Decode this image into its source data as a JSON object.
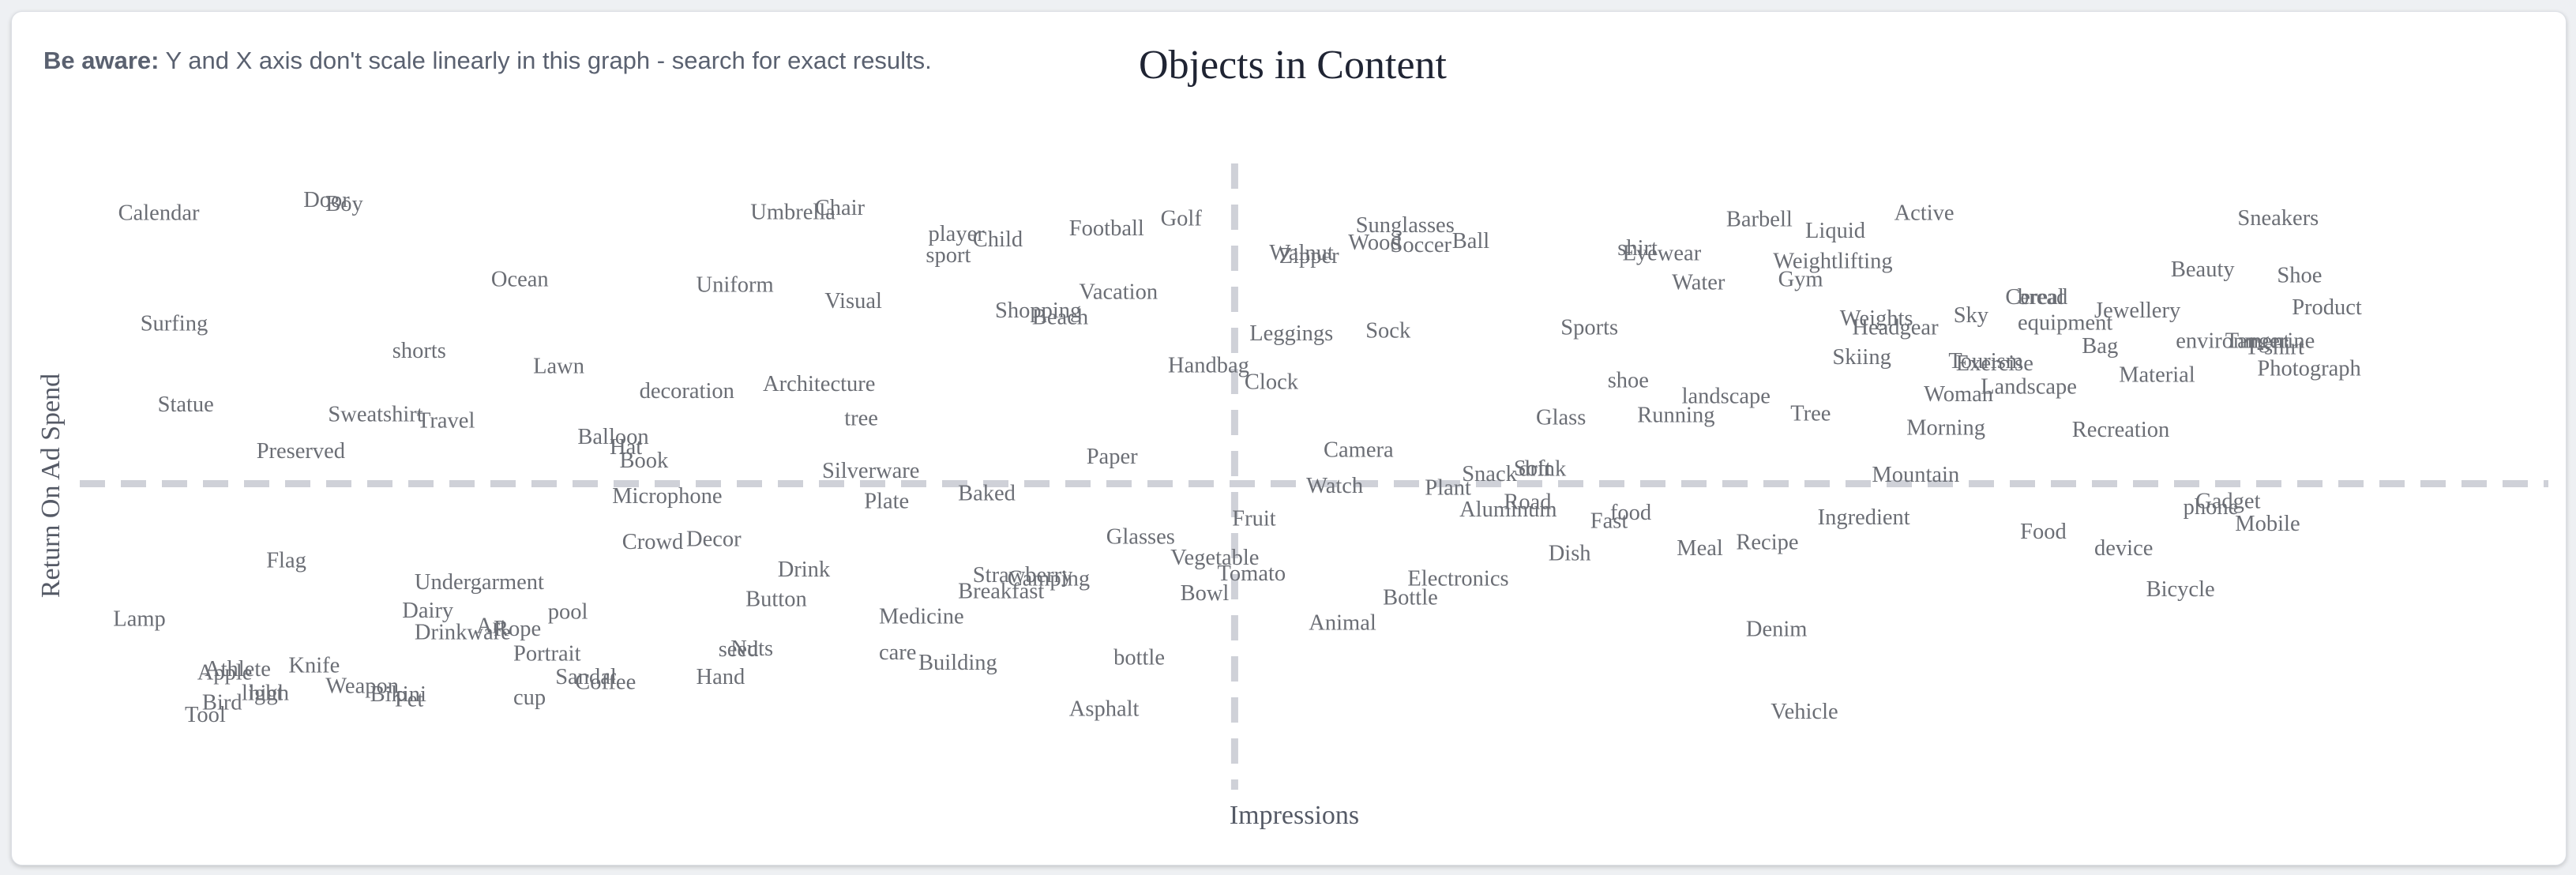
{
  "notice": {
    "bold": "Be aware:",
    "text": " Y and X axis don't scale linearly in this graph - search for exact results."
  },
  "chart_data": {
    "type": "scatter",
    "title": "Objects in Content",
    "xlabel": "Impressions",
    "ylabel": "Return On Ad Spend",
    "x_scale": "non-linear (rank)",
    "y_scale": "non-linear (rank)",
    "xlim": [
      0,
      100
    ],
    "ylim": [
      0,
      100
    ],
    "grid": false,
    "legend": "none",
    "divider_x": 47.2,
    "divider_y": 50.0,
    "colors": {
      "label": "#6b6e75",
      "divider": "#cfd1d8",
      "title": "#1f2433"
    },
    "points": [
      {
        "label": "Calendar",
        "x": 2.0,
        "y": 91.0
      },
      {
        "label": "Door",
        "x": 9.5,
        "y": 93.0
      },
      {
        "label": "Boy",
        "x": 10.4,
        "y": 92.4
      },
      {
        "label": "Umbrella",
        "x": 27.6,
        "y": 91.1
      },
      {
        "label": "Chair",
        "x": 30.2,
        "y": 91.8
      },
      {
        "label": "player",
        "x": 34.8,
        "y": 87.7
      },
      {
        "label": "Child",
        "x": 36.6,
        "y": 86.9
      },
      {
        "label": "sport",
        "x": 34.7,
        "y": 84.4
      },
      {
        "label": "Football",
        "x": 40.5,
        "y": 88.6
      },
      {
        "label": "Golf",
        "x": 44.2,
        "y": 90.1
      },
      {
        "label": "Surfing",
        "x": 2.9,
        "y": 73.8
      },
      {
        "label": "Ocean",
        "x": 17.1,
        "y": 80.7
      },
      {
        "label": "Uniform",
        "x": 25.4,
        "y": 79.8
      },
      {
        "label": "Visual",
        "x": 30.6,
        "y": 77.3
      },
      {
        "label": "Shopping",
        "x": 37.5,
        "y": 75.8
      },
      {
        "label": "Beach",
        "x": 39.0,
        "y": 74.8
      },
      {
        "label": "Vacation",
        "x": 40.9,
        "y": 78.7
      },
      {
        "label": "shorts",
        "x": 13.1,
        "y": 69.6
      },
      {
        "label": "Lawn",
        "x": 18.8,
        "y": 67.2
      },
      {
        "label": "Architecture",
        "x": 28.1,
        "y": 64.4
      },
      {
        "label": "decoration",
        "x": 23.1,
        "y": 63.3
      },
      {
        "label": "Handbag",
        "x": 44.5,
        "y": 67.3
      },
      {
        "label": "Statue",
        "x": 3.6,
        "y": 61.2
      },
      {
        "label": "Sweatshirt",
        "x": 10.5,
        "y": 59.7
      },
      {
        "label": "Travel",
        "x": 14.1,
        "y": 58.7
      },
      {
        "label": "tree",
        "x": 31.4,
        "y": 59.1
      },
      {
        "label": "Balloon",
        "x": 20.6,
        "y": 56.2
      },
      {
        "label": "Hat",
        "x": 21.9,
        "y": 54.6
      },
      {
        "label": "Preserved",
        "x": 7.6,
        "y": 54.0
      },
      {
        "label": "Book",
        "x": 22.3,
        "y": 52.5
      },
      {
        "label": "Paper",
        "x": 41.2,
        "y": 53.1
      },
      {
        "label": "Silverware",
        "x": 30.5,
        "y": 50.9
      },
      {
        "label": "Microphone",
        "x": 22.0,
        "y": 47.0
      },
      {
        "label": "Baked",
        "x": 36.0,
        "y": 47.4
      },
      {
        "label": "Plate",
        "x": 32.2,
        "y": 46.2
      },
      {
        "label": "Crowd",
        "x": 22.4,
        "y": 39.9
      },
      {
        "label": "Decor",
        "x": 25.0,
        "y": 40.3
      },
      {
        "label": "Glasses",
        "x": 42.0,
        "y": 40.7
      },
      {
        "label": "Flag",
        "x": 8.0,
        "y": 37.0
      },
      {
        "label": "Drink",
        "x": 28.7,
        "y": 35.6
      },
      {
        "label": "Strawberry",
        "x": 36.6,
        "y": 34.7
      },
      {
        "label": "Camping",
        "x": 38.0,
        "y": 34.2
      },
      {
        "label": "Undergarment",
        "x": 14.0,
        "y": 33.6
      },
      {
        "label": "Breakfast",
        "x": 36.0,
        "y": 32.2
      },
      {
        "label": "Button",
        "x": 27.4,
        "y": 31.0
      },
      {
        "label": "Dairy",
        "x": 13.5,
        "y": 29.2
      },
      {
        "label": "pool",
        "x": 19.4,
        "y": 29.0
      },
      {
        "label": "Medicine",
        "x": 32.8,
        "y": 28.3
      },
      {
        "label": "Art",
        "x": 16.5,
        "y": 26.8
      },
      {
        "label": "Rope",
        "x": 17.2,
        "y": 26.4
      },
      {
        "label": "Drinkware",
        "x": 14.0,
        "y": 25.8
      },
      {
        "label": "Lamp",
        "x": 1.8,
        "y": 27.9
      },
      {
        "label": "Portrait",
        "x": 18.0,
        "y": 22.5
      },
      {
        "label": "seed",
        "x": 26.3,
        "y": 23.2
      },
      {
        "label": "Nuts",
        "x": 26.8,
        "y": 23.3
      },
      {
        "label": "care",
        "x": 32.8,
        "y": 22.7
      },
      {
        "label": "Building",
        "x": 34.4,
        "y": 21.1
      },
      {
        "label": "bottle",
        "x": 42.3,
        "y": 21.9
      },
      {
        "label": "Athlete",
        "x": 5.5,
        "y": 20.1
      },
      {
        "label": "Apple",
        "x": 5.2,
        "y": 19.6
      },
      {
        "label": "Knife",
        "x": 8.9,
        "y": 20.7
      },
      {
        "label": "Sandal",
        "x": 19.7,
        "y": 18.9
      },
      {
        "label": "Coffee",
        "x": 20.5,
        "y": 18.1
      },
      {
        "label": "Hand",
        "x": 25.4,
        "y": 18.9
      },
      {
        "label": "Weapon",
        "x": 10.4,
        "y": 17.5
      },
      {
        "label": "light",
        "x": 7.0,
        "y": 16.4
      },
      {
        "label": "high",
        "x": 7.3,
        "y": 16.4
      },
      {
        "label": "Bikini",
        "x": 12.2,
        "y": 16.2
      },
      {
        "label": "Pet",
        "x": 13.2,
        "y": 15.4
      },
      {
        "label": "cup",
        "x": 18.0,
        "y": 15.7
      },
      {
        "label": "Bird",
        "x": 5.4,
        "y": 14.9
      },
      {
        "label": "Tool",
        "x": 4.7,
        "y": 13.0
      },
      {
        "label": "Asphalt",
        "x": 40.5,
        "y": 13.9
      },
      {
        "label": "Walnut",
        "x": 48.6,
        "y": 84.8
      },
      {
        "label": "Zipper",
        "x": 49.0,
        "y": 84.3
      },
      {
        "label": "Wood",
        "x": 51.8,
        "y": 86.4
      },
      {
        "label": "Sunglasses",
        "x": 52.1,
        "y": 89.1
      },
      {
        "label": "Soccer",
        "x": 53.5,
        "y": 86.0
      },
      {
        "label": "Ball",
        "x": 56.0,
        "y": 86.6
      },
      {
        "label": "shirt",
        "x": 62.7,
        "y": 85.5
      },
      {
        "label": "Eyewear",
        "x": 62.9,
        "y": 84.7
      },
      {
        "label": "Barbell",
        "x": 67.1,
        "y": 90.0
      },
      {
        "label": "Liquid",
        "x": 70.3,
        "y": 88.2
      },
      {
        "label": "Active",
        "x": 73.9,
        "y": 91.0
      },
      {
        "label": "Sneakers",
        "x": 87.8,
        "y": 90.2
      },
      {
        "label": "Weightlifting",
        "x": 69.0,
        "y": 83.5
      },
      {
        "label": "Gym",
        "x": 69.2,
        "y": 80.7
      },
      {
        "label": "Water",
        "x": 64.9,
        "y": 80.2
      },
      {
        "label": "Beauty",
        "x": 85.1,
        "y": 82.2
      },
      {
        "label": "Shoe",
        "x": 89.4,
        "y": 81.3
      },
      {
        "label": "Cereal",
        "x": 78.4,
        "y": 77.9
      },
      {
        "label": "bread",
        "x": 78.9,
        "y": 77.9
      },
      {
        "label": "Product",
        "x": 90.0,
        "y": 76.3
      },
      {
        "label": "Jewellery",
        "x": 82.0,
        "y": 75.8
      },
      {
        "label": "Weights",
        "x": 71.7,
        "y": 74.6
      },
      {
        "label": "Sky",
        "x": 76.3,
        "y": 75.1
      },
      {
        "label": "Headgear",
        "x": 72.2,
        "y": 73.2
      },
      {
        "label": "equipment",
        "x": 78.9,
        "y": 73.9
      },
      {
        "label": "Leggings",
        "x": 47.8,
        "y": 72.3
      },
      {
        "label": "Sock",
        "x": 52.5,
        "y": 72.7
      },
      {
        "label": "Sports",
        "x": 60.4,
        "y": 73.2
      },
      {
        "label": "Bag",
        "x": 81.5,
        "y": 70.3
      },
      {
        "label": "environment",
        "x": 85.3,
        "y": 71.1
      },
      {
        "label": "Tangerine",
        "x": 87.3,
        "y": 71.1
      },
      {
        "label": "T-shirt",
        "x": 88.1,
        "y": 70.1
      },
      {
        "label": "Skiing",
        "x": 71.4,
        "y": 68.6
      },
      {
        "label": "Tourism",
        "x": 76.1,
        "y": 68.0
      },
      {
        "label": "Exercise",
        "x": 76.4,
        "y": 67.6
      },
      {
        "label": "Photograph",
        "x": 88.6,
        "y": 66.8
      },
      {
        "label": "Material",
        "x": 83.0,
        "y": 65.8
      },
      {
        "label": "Clock",
        "x": 47.6,
        "y": 64.7
      },
      {
        "label": "shoe",
        "x": 62.3,
        "y": 65.0
      },
      {
        "label": "Landscape",
        "x": 77.4,
        "y": 64.0
      },
      {
        "label": "landscape",
        "x": 65.3,
        "y": 62.5
      },
      {
        "label": "Woman",
        "x": 75.1,
        "y": 62.8
      },
      {
        "label": "Tree",
        "x": 69.7,
        "y": 59.8
      },
      {
        "label": "Running",
        "x": 63.5,
        "y": 59.6
      },
      {
        "label": "Glass",
        "x": 59.4,
        "y": 59.2
      },
      {
        "label": "Morning",
        "x": 74.4,
        "y": 57.6
      },
      {
        "label": "Recreation",
        "x": 81.1,
        "y": 57.3
      },
      {
        "label": "Camera",
        "x": 50.8,
        "y": 54.2
      },
      {
        "label": "Soft",
        "x": 58.5,
        "y": 51.3
      },
      {
        "label": "drink",
        "x": 58.7,
        "y": 51.2
      },
      {
        "label": "Snack",
        "x": 56.4,
        "y": 50.4
      },
      {
        "label": "Mountain",
        "x": 73.0,
        "y": 50.3
      },
      {
        "label": "Watch",
        "x": 50.1,
        "y": 48.6
      },
      {
        "label": "Plant",
        "x": 54.9,
        "y": 48.3
      },
      {
        "label": "Road",
        "x": 58.1,
        "y": 46.1
      },
      {
        "label": "Aluminum",
        "x": 56.3,
        "y": 44.9
      },
      {
        "label": "Gadget",
        "x": 86.1,
        "y": 46.2
      },
      {
        "label": "phone",
        "x": 85.6,
        "y": 45.3
      },
      {
        "label": "food",
        "x": 62.4,
        "y": 44.4
      },
      {
        "label": "Fast",
        "x": 61.6,
        "y": 43.1
      },
      {
        "label": "Ingredient",
        "x": 70.8,
        "y": 43.7
      },
      {
        "label": "Fruit",
        "x": 47.1,
        "y": 43.5
      },
      {
        "label": "Mobile",
        "x": 87.7,
        "y": 42.7
      },
      {
        "label": "Food",
        "x": 79.0,
        "y": 41.5
      },
      {
        "label": "Recipe",
        "x": 67.5,
        "y": 39.8
      },
      {
        "label": "device",
        "x": 82.0,
        "y": 38.9
      },
      {
        "label": "Meal",
        "x": 65.1,
        "y": 38.9
      },
      {
        "label": "Dish",
        "x": 59.9,
        "y": 38.1
      },
      {
        "label": "Vegetable",
        "x": 44.6,
        "y": 37.4
      },
      {
        "label": "Tomato",
        "x": 46.5,
        "y": 35.0
      },
      {
        "label": "Electronics",
        "x": 54.2,
        "y": 34.2
      },
      {
        "label": "Bicycle",
        "x": 84.1,
        "y": 32.5
      },
      {
        "label": "Bowl",
        "x": 45.0,
        "y": 31.9
      },
      {
        "label": "Bottle",
        "x": 53.2,
        "y": 31.2
      },
      {
        "label": "Animal",
        "x": 50.2,
        "y": 27.3
      },
      {
        "label": "Denim",
        "x": 67.9,
        "y": 26.3
      },
      {
        "label": "Vehicle",
        "x": 68.9,
        "y": 13.5
      }
    ]
  }
}
